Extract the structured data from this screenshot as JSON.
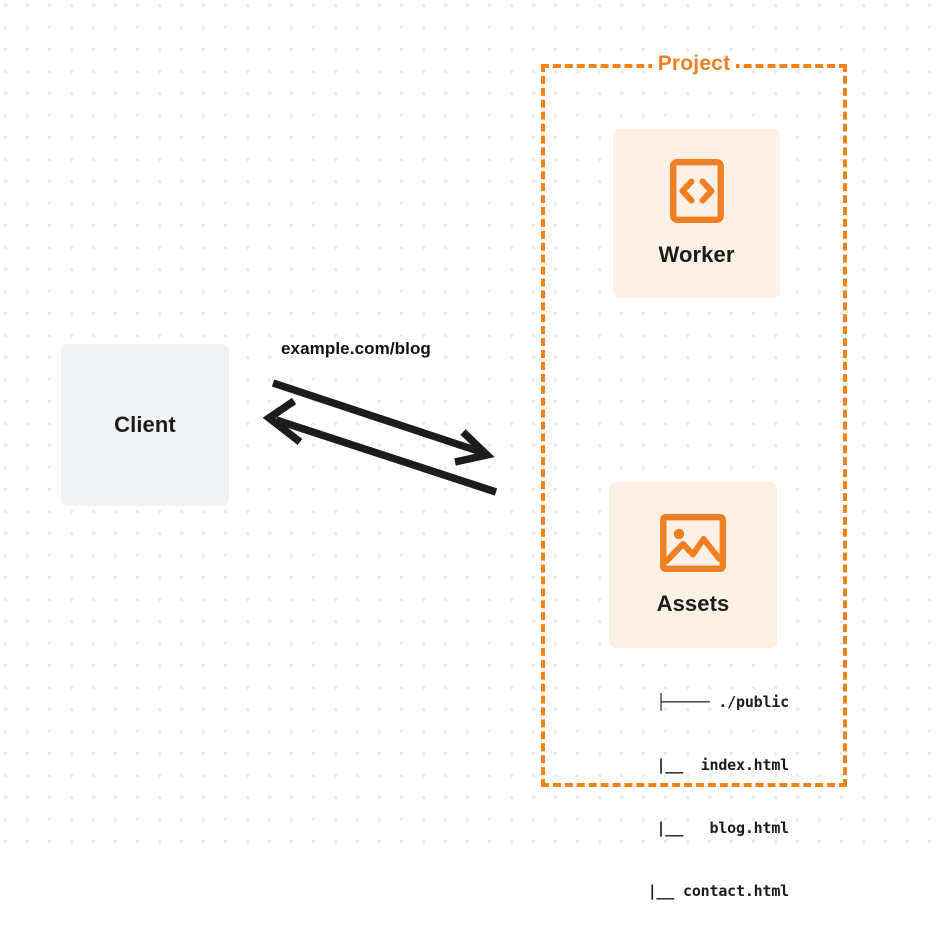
{
  "diagram": {
    "title": "Project",
    "background": "dot-grid",
    "accent_color": "#ee8023",
    "card_color": "#fdf1e5",
    "client_card_color": "#f1f2f4",
    "line_color": "#1c1c1c"
  },
  "group": {
    "label": "Project",
    "border_style": "dashed",
    "border_color": "#f08318"
  },
  "nodes": {
    "client": {
      "label": "Client",
      "icon": "none"
    },
    "worker": {
      "label": "Worker",
      "icon": "code-brackets-icon"
    },
    "assets": {
      "label": "Assets",
      "icon": "image-icon"
    }
  },
  "connection": {
    "label": "example.com/blog",
    "request_direction": "client-to-worker",
    "response_direction": "worker-to-client"
  },
  "asset_tree": {
    "lines": [
      "├───── ./public",
      "     |__  index.html",
      "     |__   blog.html",
      "     |__ contact.html"
    ]
  }
}
